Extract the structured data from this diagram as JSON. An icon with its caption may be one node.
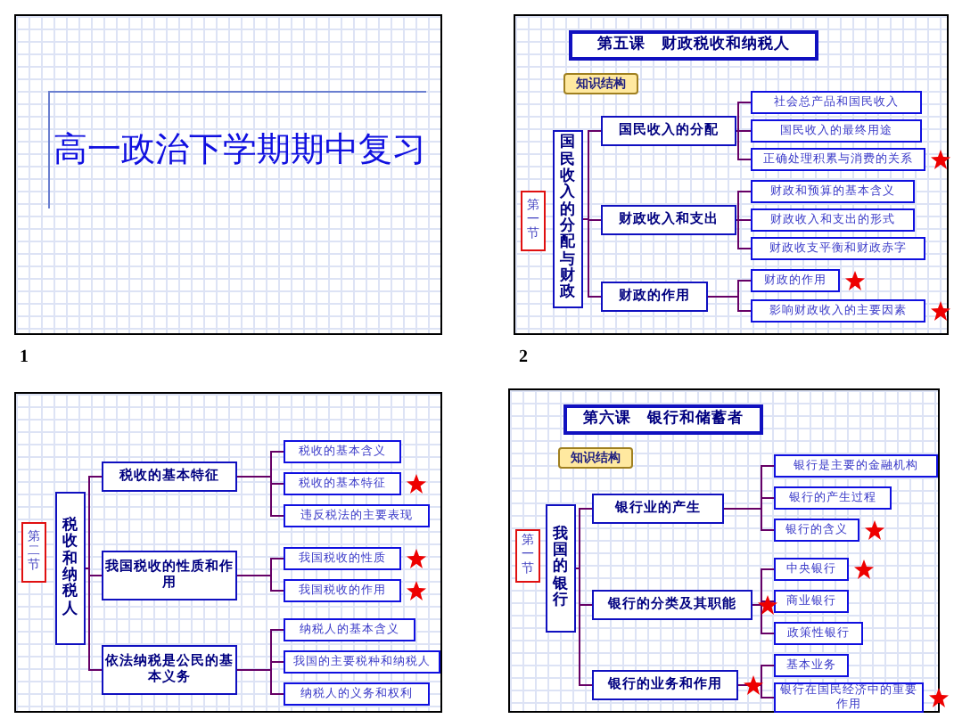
{
  "diagram": {
    "nodes": [
      {
        "text": [],
        "shape": "box",
        "beside": [
          "1"
        ]
      },
      {
        "text": [
          "高一政治下学期期中复习"
        ],
        "in": 0
      },
      {
        "text": [],
        "shape": "box",
        "beside": [
          "2"
        ]
      },
      {
        "text": [
          "第五课　财政税收和纳税人"
        ],
        "in": 2
      },
      {
        "text": [
          "知识结构"
        ],
        "in": 2
      },
      {
        "text": [
          "第一节"
        ],
        "in": 2
      },
      {
        "text": [
          "国民收入的分配与财政"
        ],
        "in": 2
      },
      {
        "text": [
          "国民收入的分配"
        ],
        "in": 2
      },
      {
        "text": [
          "社会总产品和国民收入"
        ],
        "in": 2
      },
      {
        "text": [
          "国民收入的最终用途"
        ],
        "in": 2
      },
      {
        "text": [
          "正确处理积累与消费的关系"
        ],
        "in": 2
      },
      {
        "text": [
          "财政收入和支出"
        ],
        "in": 2
      },
      {
        "text": [
          "财政和预算的基本含义"
        ],
        "in": 2
      },
      {
        "text": [
          "财政收入和支出的形式"
        ],
        "in": 2
      },
      {
        "text": [
          "财政收支平衡和财政赤字"
        ],
        "in": 2
      },
      {
        "text": [
          "财政的作用"
        ],
        "in": 2
      },
      {
        "text": [
          "财政的作用"
        ],
        "in": 2
      },
      {
        "text": [
          "影响财政收入的主要因素"
        ],
        "in": 2
      },
      {
        "text": [],
        "shape": "box"
      },
      {
        "text": [
          "第二节"
        ],
        "in": 18
      },
      {
        "text": [
          "税收和纳税人"
        ],
        "in": 18
      },
      {
        "text": [
          "税收的基本特征"
        ],
        "in": 18
      },
      {
        "text": [
          "税收的基本含义"
        ],
        "in": 18
      },
      {
        "text": [
          "税收的基本特征"
        ],
        "in": 18
      },
      {
        "text": [
          "违反税法的主要表现"
        ],
        "in": 18
      },
      {
        "text": [
          "我国税收的性质和作用"
        ],
        "in": 18
      },
      {
        "text": [
          "我国税收的性质"
        ],
        "in": 18
      },
      {
        "text": [
          "我国税收的作用"
        ],
        "in": 18
      },
      {
        "text": [
          "依法纳税是公民的基本义务"
        ],
        "in": 18
      },
      {
        "text": [
          "纳税人的基本含义"
        ],
        "in": 18
      },
      {
        "text": [
          "我国的主要税种和纳税人"
        ],
        "in": 18
      },
      {
        "text": [
          "纳税人的义务和权利"
        ],
        "in": 18
      },
      {
        "text": [],
        "shape": "box"
      },
      {
        "text": [
          "第六课　银行和储蓄者"
        ],
        "in": 32
      },
      {
        "text": [
          "知识结构"
        ],
        "in": 32
      },
      {
        "text": [
          "第一节"
        ],
        "in": 32
      },
      {
        "text": [
          "我国的银行"
        ],
        "in": 32
      },
      {
        "text": [
          "银行业的产生"
        ],
        "in": 32
      },
      {
        "text": [
          "银行是主要的金融机构"
        ],
        "in": 32
      },
      {
        "text": [
          "银行的产生过程"
        ],
        "in": 32
      },
      {
        "text": [
          "银行的含义"
        ],
        "in": 32
      },
      {
        "text": [
          "银行的分类及其职能"
        ],
        "in": 32
      },
      {
        "text": [
          "中央银行"
        ],
        "in": 32
      },
      {
        "text": [
          "商业银行"
        ],
        "in": 32
      },
      {
        "text": [
          "政策性银行"
        ],
        "in": 32
      },
      {
        "text": [
          "银行的业务和作用"
        ],
        "in": 32
      },
      {
        "text": [
          "基本业务"
        ],
        "in": 32
      },
      {
        "text": [
          "银行在国民经济中的重要作用"
        ],
        "in": 32
      }
    ],
    "edges": [
      {
        "from": 6,
        "to": 7,
        "arrow": "none"
      },
      {
        "from": 6,
        "to": 11,
        "arrow": "none"
      },
      {
        "from": 6,
        "to": 15,
        "arrow": "none"
      },
      {
        "from": 7,
        "to": 8,
        "arrow": "none"
      },
      {
        "from": 7,
        "to": 9,
        "arrow": "none"
      },
      {
        "from": 7,
        "to": 10,
        "arrow": "none"
      },
      {
        "from": 11,
        "to": 12,
        "arrow": "none"
      },
      {
        "from": 11,
        "to": 13,
        "arrow": "none"
      },
      {
        "from": 11,
        "to": 14,
        "arrow": "none"
      },
      {
        "from": 15,
        "to": 16,
        "arrow": "none"
      },
      {
        "from": 15,
        "to": 17,
        "arrow": "none"
      },
      {
        "from": 20,
        "to": 21,
        "arrow": "none"
      },
      {
        "from": 20,
        "to": 25,
        "arrow": "none"
      },
      {
        "from": 20,
        "to": 28,
        "arrow": "none"
      },
      {
        "from": 21,
        "to": 22,
        "arrow": "none"
      },
      {
        "from": 21,
        "to": 23,
        "arrow": "none"
      },
      {
        "from": 21,
        "to": 24,
        "arrow": "none"
      },
      {
        "from": 25,
        "to": 26,
        "arrow": "none"
      },
      {
        "from": 25,
        "to": 27,
        "arrow": "none"
      },
      {
        "from": 28,
        "to": 29,
        "arrow": "none"
      },
      {
        "from": 28,
        "to": 30,
        "arrow": "none"
      },
      {
        "from": 28,
        "to": 31,
        "arrow": "none"
      },
      {
        "from": 36,
        "to": 37,
        "arrow": "none"
      },
      {
        "from": 36,
        "to": 41,
        "arrow": "none"
      },
      {
        "from": 36,
        "to": 45,
        "arrow": "none"
      },
      {
        "from": 37,
        "to": 38,
        "arrow": "none"
      },
      {
        "from": 37,
        "to": 39,
        "arrow": "none"
      },
      {
        "from": 37,
        "to": 40,
        "arrow": "none"
      },
      {
        "from": 41,
        "to": 42,
        "arrow": "none"
      },
      {
        "from": 41,
        "to": 43,
        "arrow": "none"
      },
      {
        "from": 41,
        "to": 44,
        "arrow": "none"
      },
      {
        "from": 45,
        "to": 46,
        "arrow": "none"
      },
      {
        "from": 45,
        "to": 47,
        "arrow": "none"
      }
    ]
  }
}
